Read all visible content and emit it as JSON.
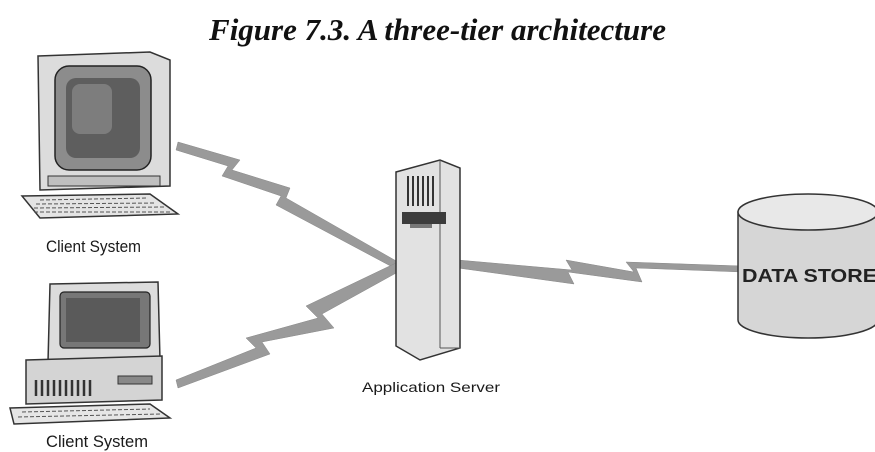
{
  "title": "Figure 7.3. A three-tier architecture",
  "nodes": {
    "client_top": {
      "label": "Client System",
      "icon": "desktop-computer-icon"
    },
    "client_bottom": {
      "label": "Client System",
      "icon": "desktop-computer-icon"
    },
    "app_server": {
      "label": "Application Server",
      "icon": "tower-server-icon"
    },
    "data_store": {
      "label": "DATA STORE",
      "icon": "database-cylinder-icon"
    }
  },
  "connections": [
    {
      "from": "Client System",
      "to": "Application Server",
      "style": "lightning-bolt"
    },
    {
      "from": "Client System",
      "to": "Application Server",
      "style": "lightning-bolt"
    },
    {
      "from": "Application Server",
      "to": "DATA STORE",
      "style": "lightning-bolt"
    }
  ],
  "colors": {
    "link": "#9a9a9a",
    "device_fill": "#d9d9d9",
    "device_dark": "#5a5a5a",
    "outline": "#333333"
  }
}
